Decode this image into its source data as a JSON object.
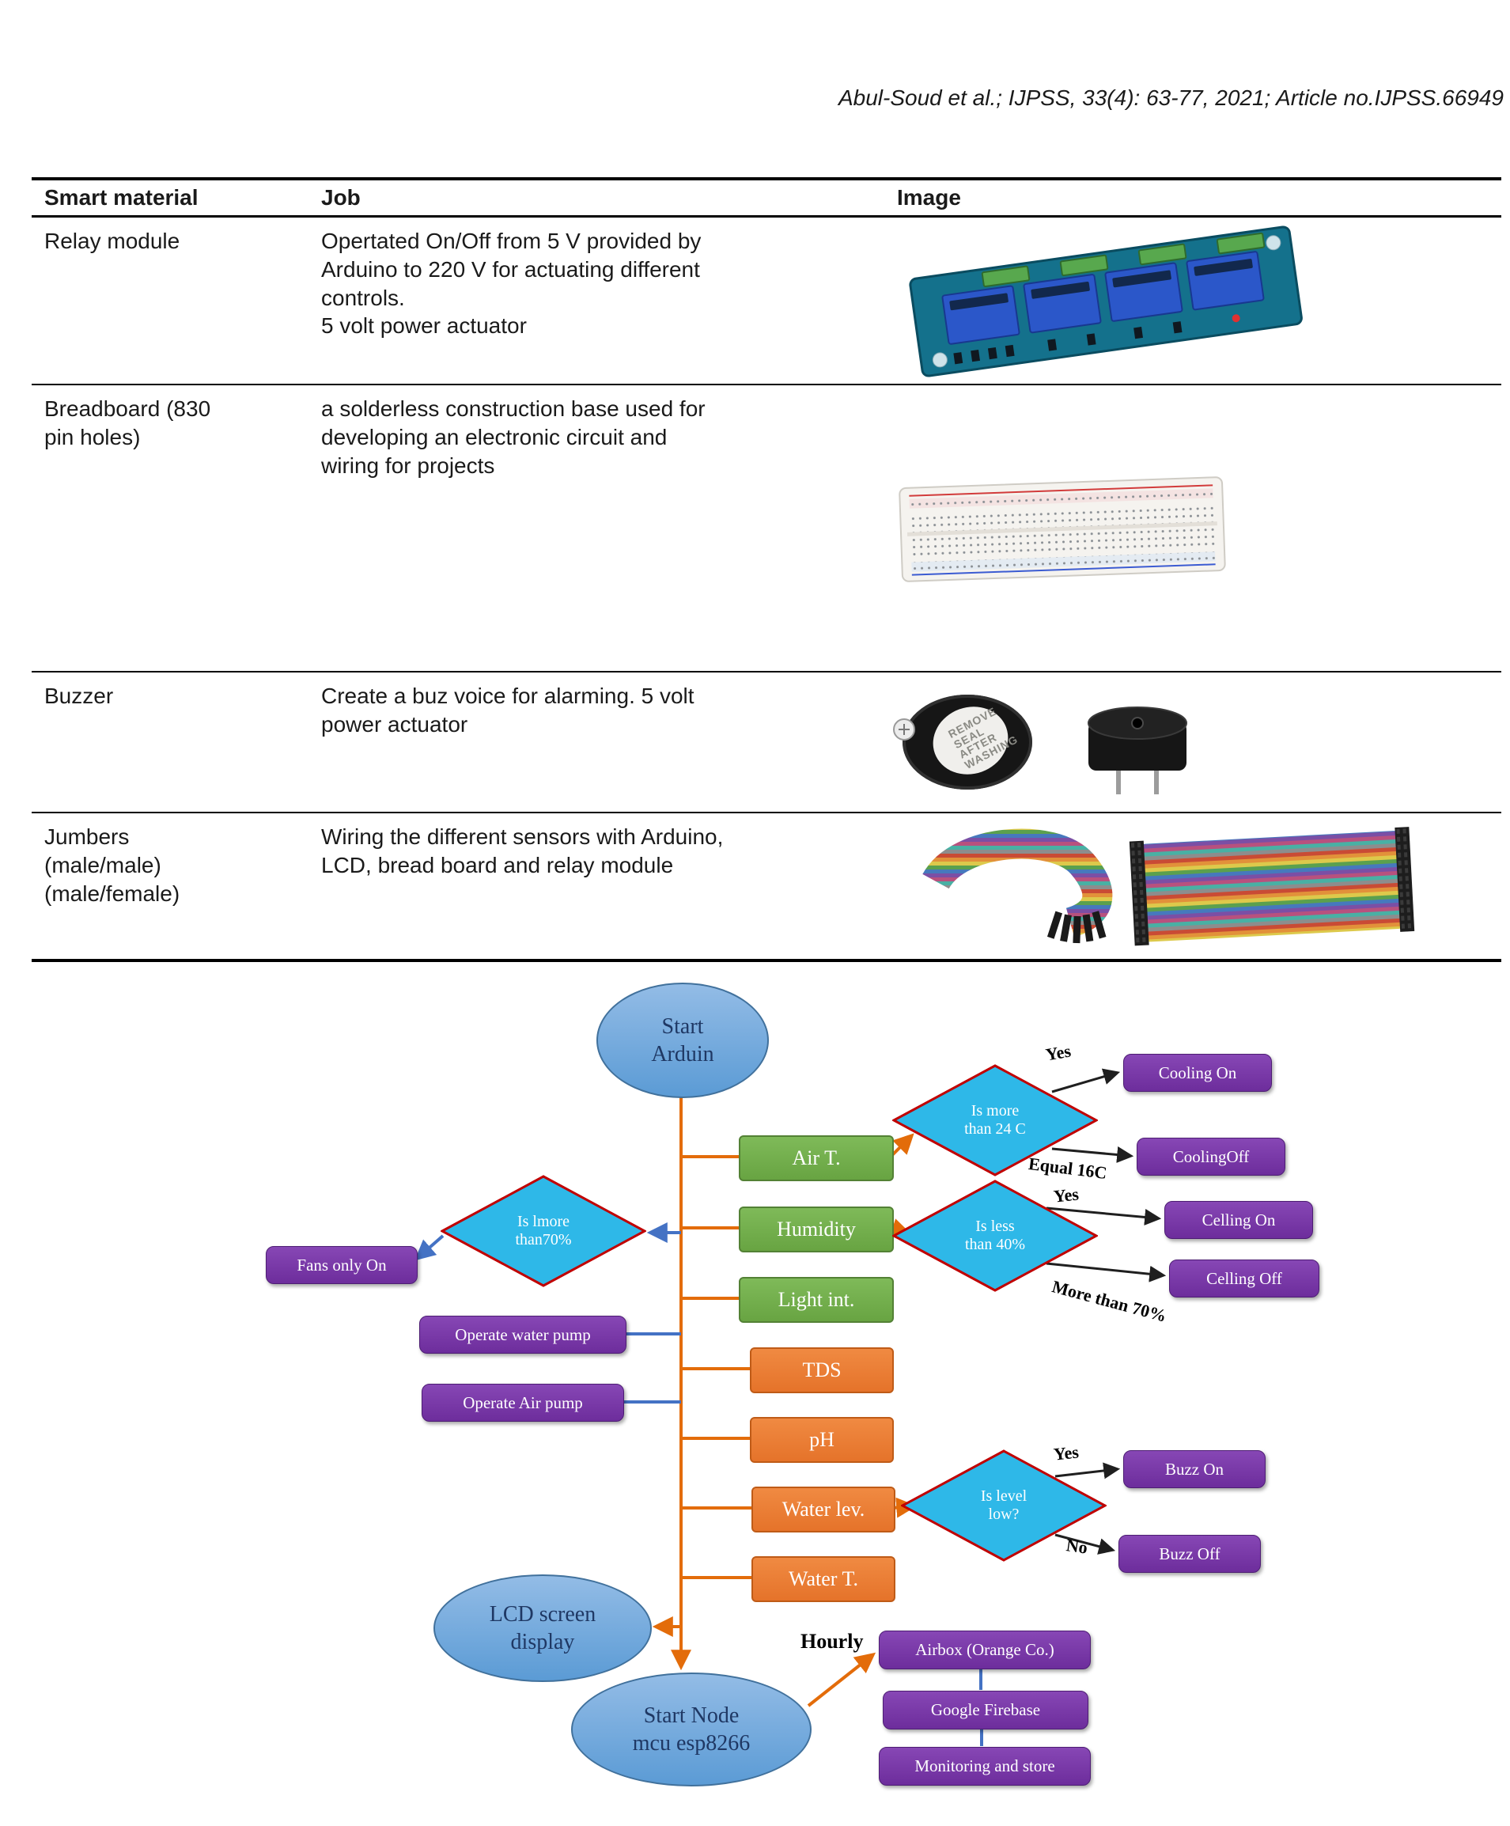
{
  "page": {
    "citation": "Abul-Soud et al.; IJPSS, 33(4): 63-77, 2021; Article no.IJPSS.66949"
  },
  "table": {
    "columns": [
      "Smart material",
      "Job",
      "Image"
    ],
    "rows": [
      {
        "material": "Relay module",
        "job": "Opertated On/Off from 5 V provided by\nArduino to 220 V for actuating different\ncontrols.\n5 volt power actuator",
        "image": "relay-module-photo"
      },
      {
        "material": "Breadboard (830\npin holes)",
        "job": "a solderless construction base used for\ndeveloping an electronic circuit and\nwiring for projects",
        "image": "breadboard-photo"
      },
      {
        "material": "Buzzer",
        "job": "Create a buz voice for alarming. 5 volt\npower actuator",
        "image": "buzzer-photo"
      },
      {
        "material": "Jumbers\n(male/male)\n(male/female)",
        "job": "Wiring the different sensors with Arduino,\nLCD, bread board and relay module",
        "image": "jumper-wires-photo"
      }
    ]
  },
  "photos": {
    "buzzer_sticker": "REMOVE\nSEAL\nAFTER\nWASHING"
  },
  "flowchart": {
    "nodes": {
      "start": "Start\nArduin",
      "air_t": "Air T.",
      "humidity": "Humidity",
      "light": "Light int.",
      "tds": "TDS",
      "ph": "pH",
      "water_lev": "Water lev.",
      "water_t": "Water T.",
      "d_more24": "Is more\nthan 24 C",
      "d_less40": "Is less\nthan 40%",
      "d_more70": "Is lmore\nthan70%",
      "d_level": "Is level\nlow?",
      "cooling_on": "Cooling On",
      "cooling_off": "CoolingOff",
      "celling_on": "Celling On",
      "celling_off": "Celling Off",
      "fans_on": "Fans only On",
      "op_water": "Operate water pump",
      "op_air": "Operate Air pump",
      "buzz_on": "Buzz On",
      "buzz_off": "Buzz Off",
      "airbox": "Airbox (Orange Co.)",
      "firebase": "Google Firebase",
      "monitoring": "Monitoring and store",
      "lcd": "LCD screen\ndisplay",
      "start_node": "Start Node\nmcu esp8266"
    },
    "edge_labels": {
      "yes": "Yes",
      "no": "No",
      "equal16": "Equal 16C",
      "more70": "More than 70%",
      "hourly": "Hourly"
    },
    "colors": {
      "sensor_green": "#70AD47",
      "sensor_orange": "#ED7D31",
      "action_purple": "#7030A0",
      "decision_cyan": "#2EB8E8",
      "decision_border": "#C00000",
      "terminal_blue": "#5B9BD5",
      "line_orange": "#E36C0A",
      "line_blue": "#4472C4"
    }
  }
}
